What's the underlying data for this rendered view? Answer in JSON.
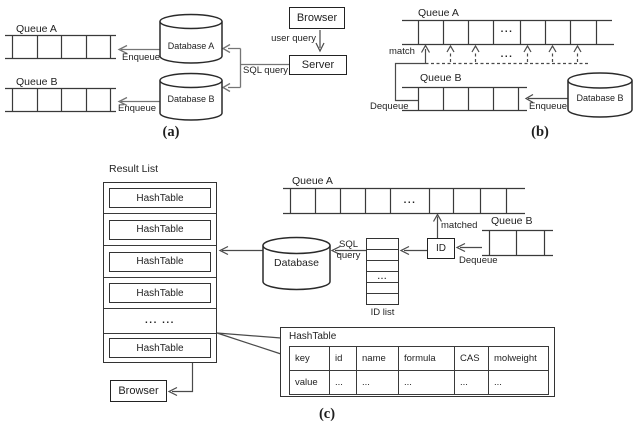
{
  "panel_a": {
    "caption": "(a)",
    "queue_a_label": "Queue A",
    "queue_b_label": "Queue B",
    "database_a": "Database A",
    "database_b": "Database B",
    "browser": "Browser",
    "server": "Server",
    "user_query": "user query",
    "sql_query": "SQL query",
    "enqueue_a": "Enqueue",
    "enqueue_b": "Enqueue"
  },
  "panel_b": {
    "caption": "(b)",
    "queue_a_label": "Queue A",
    "queue_b_label": "Queue B",
    "database_b": "Database B",
    "match": "match",
    "dequeue": "Dequeue",
    "enqueue": "Enqueue",
    "queue_ellipsis": "...",
    "arrow_ellipsis": "..."
  },
  "panel_c": {
    "caption": "(c)",
    "result_list_label": "Result List",
    "result_list_items": [
      "HashTable",
      "HashTable",
      "HashTable",
      "HashTable",
      "... ...",
      "HashTable"
    ],
    "browser": "Browser",
    "database": "Database",
    "sql_query_line1": "SQL",
    "sql_query_line2": "query",
    "id_list_label": "ID list",
    "id_list_ellipsis": "...",
    "id_box": "ID",
    "matched": "matched",
    "dequeue": "Dequeue",
    "queue_a_label": "Queue A",
    "queue_a_ellipsis": "...",
    "queue_b_label": "Queue B",
    "hashtable_detail": {
      "title": "HashTable",
      "header": [
        "key",
        "id",
        "name",
        "formula",
        "CAS",
        "molweight"
      ],
      "values": [
        "value",
        "...",
        "...",
        "...",
        "...",
        "..."
      ]
    }
  }
}
